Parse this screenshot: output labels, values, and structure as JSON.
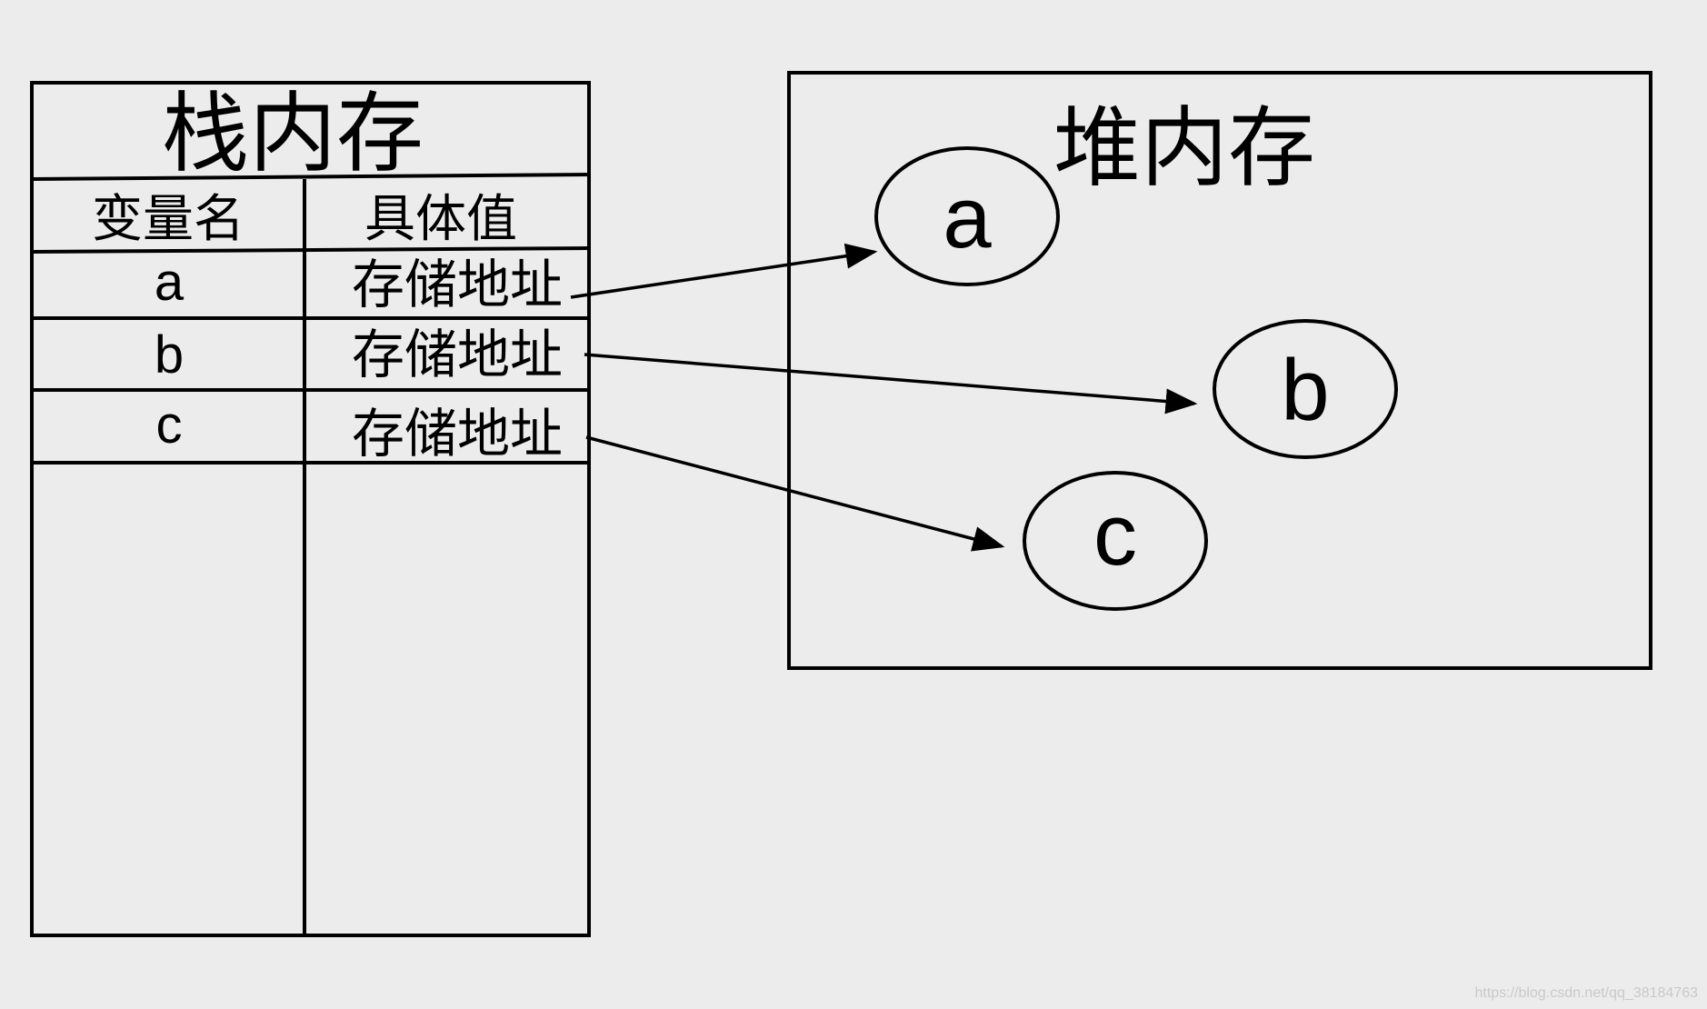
{
  "stack": {
    "title": "栈内存",
    "col_name_header": "变量名",
    "col_value_header": "具体值",
    "rows": [
      {
        "name": "a",
        "value": "存储地址"
      },
      {
        "name": "b",
        "value": "存储地址"
      },
      {
        "name": "c",
        "value": "存储地址"
      }
    ]
  },
  "heap": {
    "title": "堆内存",
    "objects": [
      "a",
      "b",
      "c"
    ]
  },
  "watermark": "https://blog.csdn.net/qq_38184763"
}
